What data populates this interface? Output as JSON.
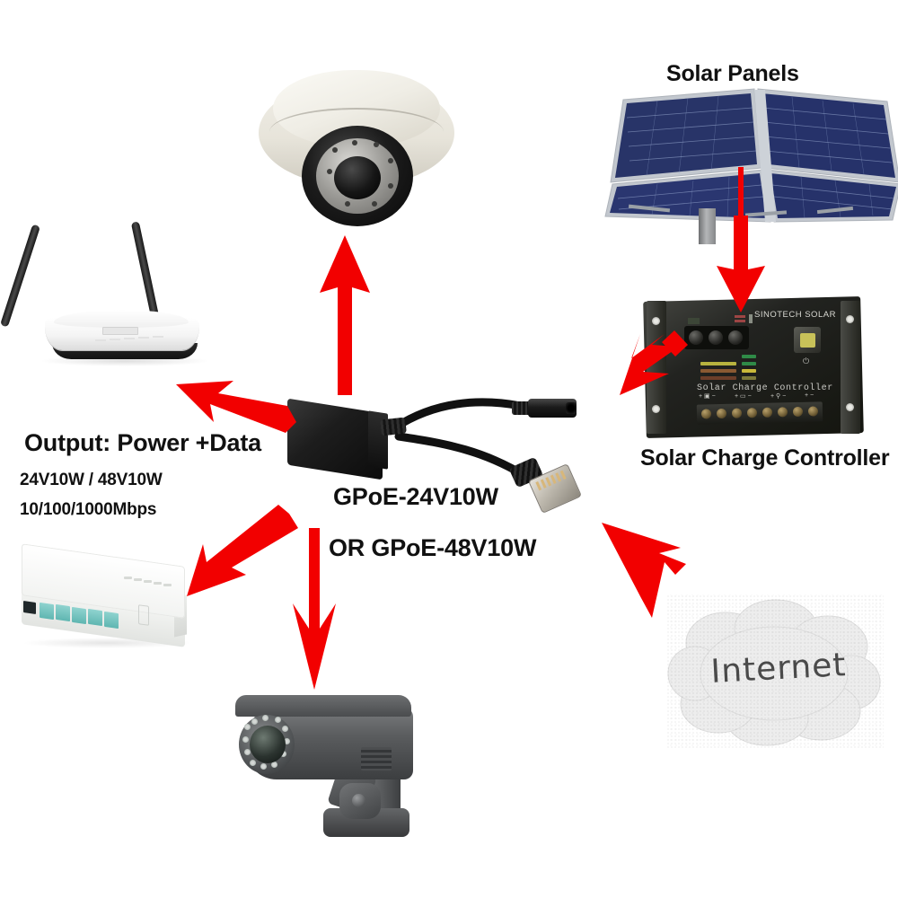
{
  "diagram": {
    "title": "GPoE Passive PoE Injector Solar Powered Network Diagram",
    "background": "#ffffff",
    "arrow_color": "#F20000"
  },
  "labels": {
    "solar_panels": "Solar Panels",
    "solar_charge_controller": "Solar Charge Controller",
    "output_title": "Output: Power +Data",
    "output_voltage": "24V10W / 48V10W",
    "output_speed": "10/100/1000Mbps",
    "device_line1": "GPoE-24V10W",
    "device_line2": "OR GPoE-48V10W",
    "internet": "Internet"
  },
  "devices": {
    "solar_panels": {
      "name": "solar-panel-array",
      "cell_color": "#232f63",
      "frame_color": "#b9bec6",
      "panel_count": 4
    },
    "charge_controller": {
      "name": "solar-charge-controller",
      "brand_text": "SINOTECH SOLAR",
      "face_text": "Solar Charge Controller",
      "body_color": "#222320",
      "button_color": "#c8c259",
      "led_count": 3,
      "terminal_count": 8,
      "polarity_marks": [
        "+",
        "−",
        "+",
        "−",
        "+",
        "−",
        "+",
        "−"
      ]
    },
    "dome_camera": {
      "name": "dome-camera",
      "housing_color": "#efede5",
      "dome_color": "#101010"
    },
    "bullet_camera": {
      "name": "bullet-camera",
      "body_color": "#5b5d5f",
      "ir_led_count": 12
    },
    "wireless_router": {
      "name": "wireless-router",
      "body_color": "#ffffff",
      "antenna_count": 2
    },
    "network_switch": {
      "name": "network-switch",
      "body_color": "#f7f8f6",
      "port_color": "#6fc3be",
      "port_count": 5
    },
    "poe_injector": {
      "name": "poe-injector",
      "body_color": "#1d1d1d",
      "connectors": [
        "dc-barrel-jack",
        "rj45-connector"
      ]
    },
    "internet_cloud": {
      "name": "internet-cloud",
      "fill_color": "#ececec",
      "text_color": "#4a4a4a"
    }
  },
  "arrows": [
    {
      "name": "arrow-panels-to-controller",
      "from": "solar-panels",
      "to": "solar-charge-controller",
      "direction": "down"
    },
    {
      "name": "arrow-controller-to-injector",
      "from": "solar-charge-controller",
      "to": "poe-injector-dc-jack",
      "direction": "down-left"
    },
    {
      "name": "arrow-injector-to-dome-camera",
      "from": "poe-injector",
      "to": "dome-camera",
      "direction": "up"
    },
    {
      "name": "arrow-injector-to-router",
      "from": "poe-injector",
      "to": "wireless-router",
      "direction": "up-left"
    },
    {
      "name": "arrow-injector-to-switch",
      "from": "poe-injector",
      "to": "network-switch",
      "direction": "down-left"
    },
    {
      "name": "arrow-injector-to-bullet-camera",
      "from": "poe-injector",
      "to": "bullet-camera",
      "direction": "down"
    },
    {
      "name": "arrow-internet-to-injector",
      "from": "internet-cloud",
      "to": "poe-injector-rj45",
      "direction": "up-left"
    }
  ]
}
